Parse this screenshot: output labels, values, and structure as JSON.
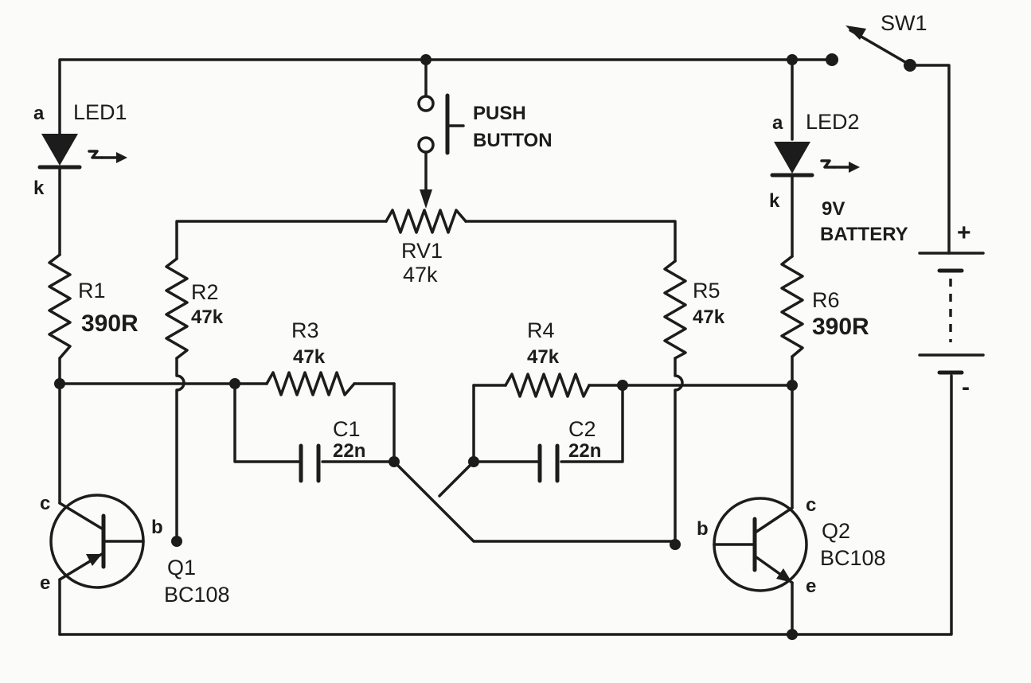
{
  "components": {
    "sw1": "SW1",
    "led1": "LED1",
    "led2": "LED2",
    "anode": "a",
    "cathode": "k",
    "push_button": [
      "PUSH",
      "BUTTON"
    ],
    "battery": [
      "9V",
      "BATTERY"
    ],
    "plus": "+",
    "minus": "-",
    "rv1": {
      "name": "RV1",
      "value": "47k"
    },
    "r1": {
      "name": "R1",
      "value": "390R"
    },
    "r2": {
      "name": "R2",
      "value": "47k"
    },
    "r3": {
      "name": "R3",
      "value": "47k"
    },
    "r4": {
      "name": "R4",
      "value": "47k"
    },
    "r5": {
      "name": "R5",
      "value": "47k"
    },
    "r6": {
      "name": "R6",
      "value": "390R"
    },
    "c1": {
      "name": "C1",
      "value": "22n"
    },
    "c2": {
      "name": "C2",
      "value": "22n"
    },
    "q1": {
      "name": "Q1",
      "type": "BC108"
    },
    "q2": {
      "name": "Q2",
      "type": "BC108"
    },
    "collector": "c",
    "base": "b",
    "emitter": "e"
  },
  "colors": {
    "ink": "#1c1c1c",
    "paper": "#fbfbf9"
  }
}
